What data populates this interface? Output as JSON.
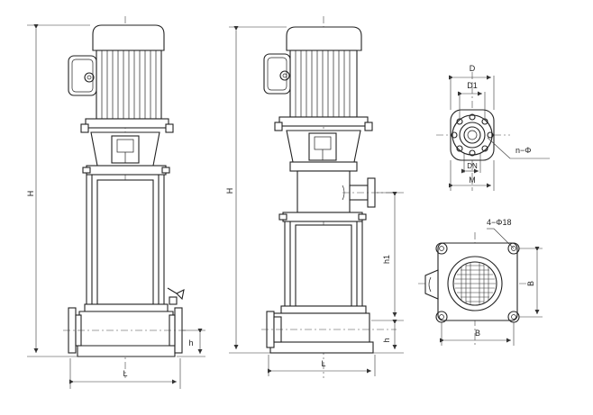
{
  "labels": {
    "H": "H",
    "L": "L",
    "h": "h",
    "h1": "h1",
    "D": "D",
    "D1": "D1",
    "DN": "DN",
    "M": "M",
    "n_phi": "n−Φ",
    "holes": "4−Φ18",
    "B": "B"
  }
}
